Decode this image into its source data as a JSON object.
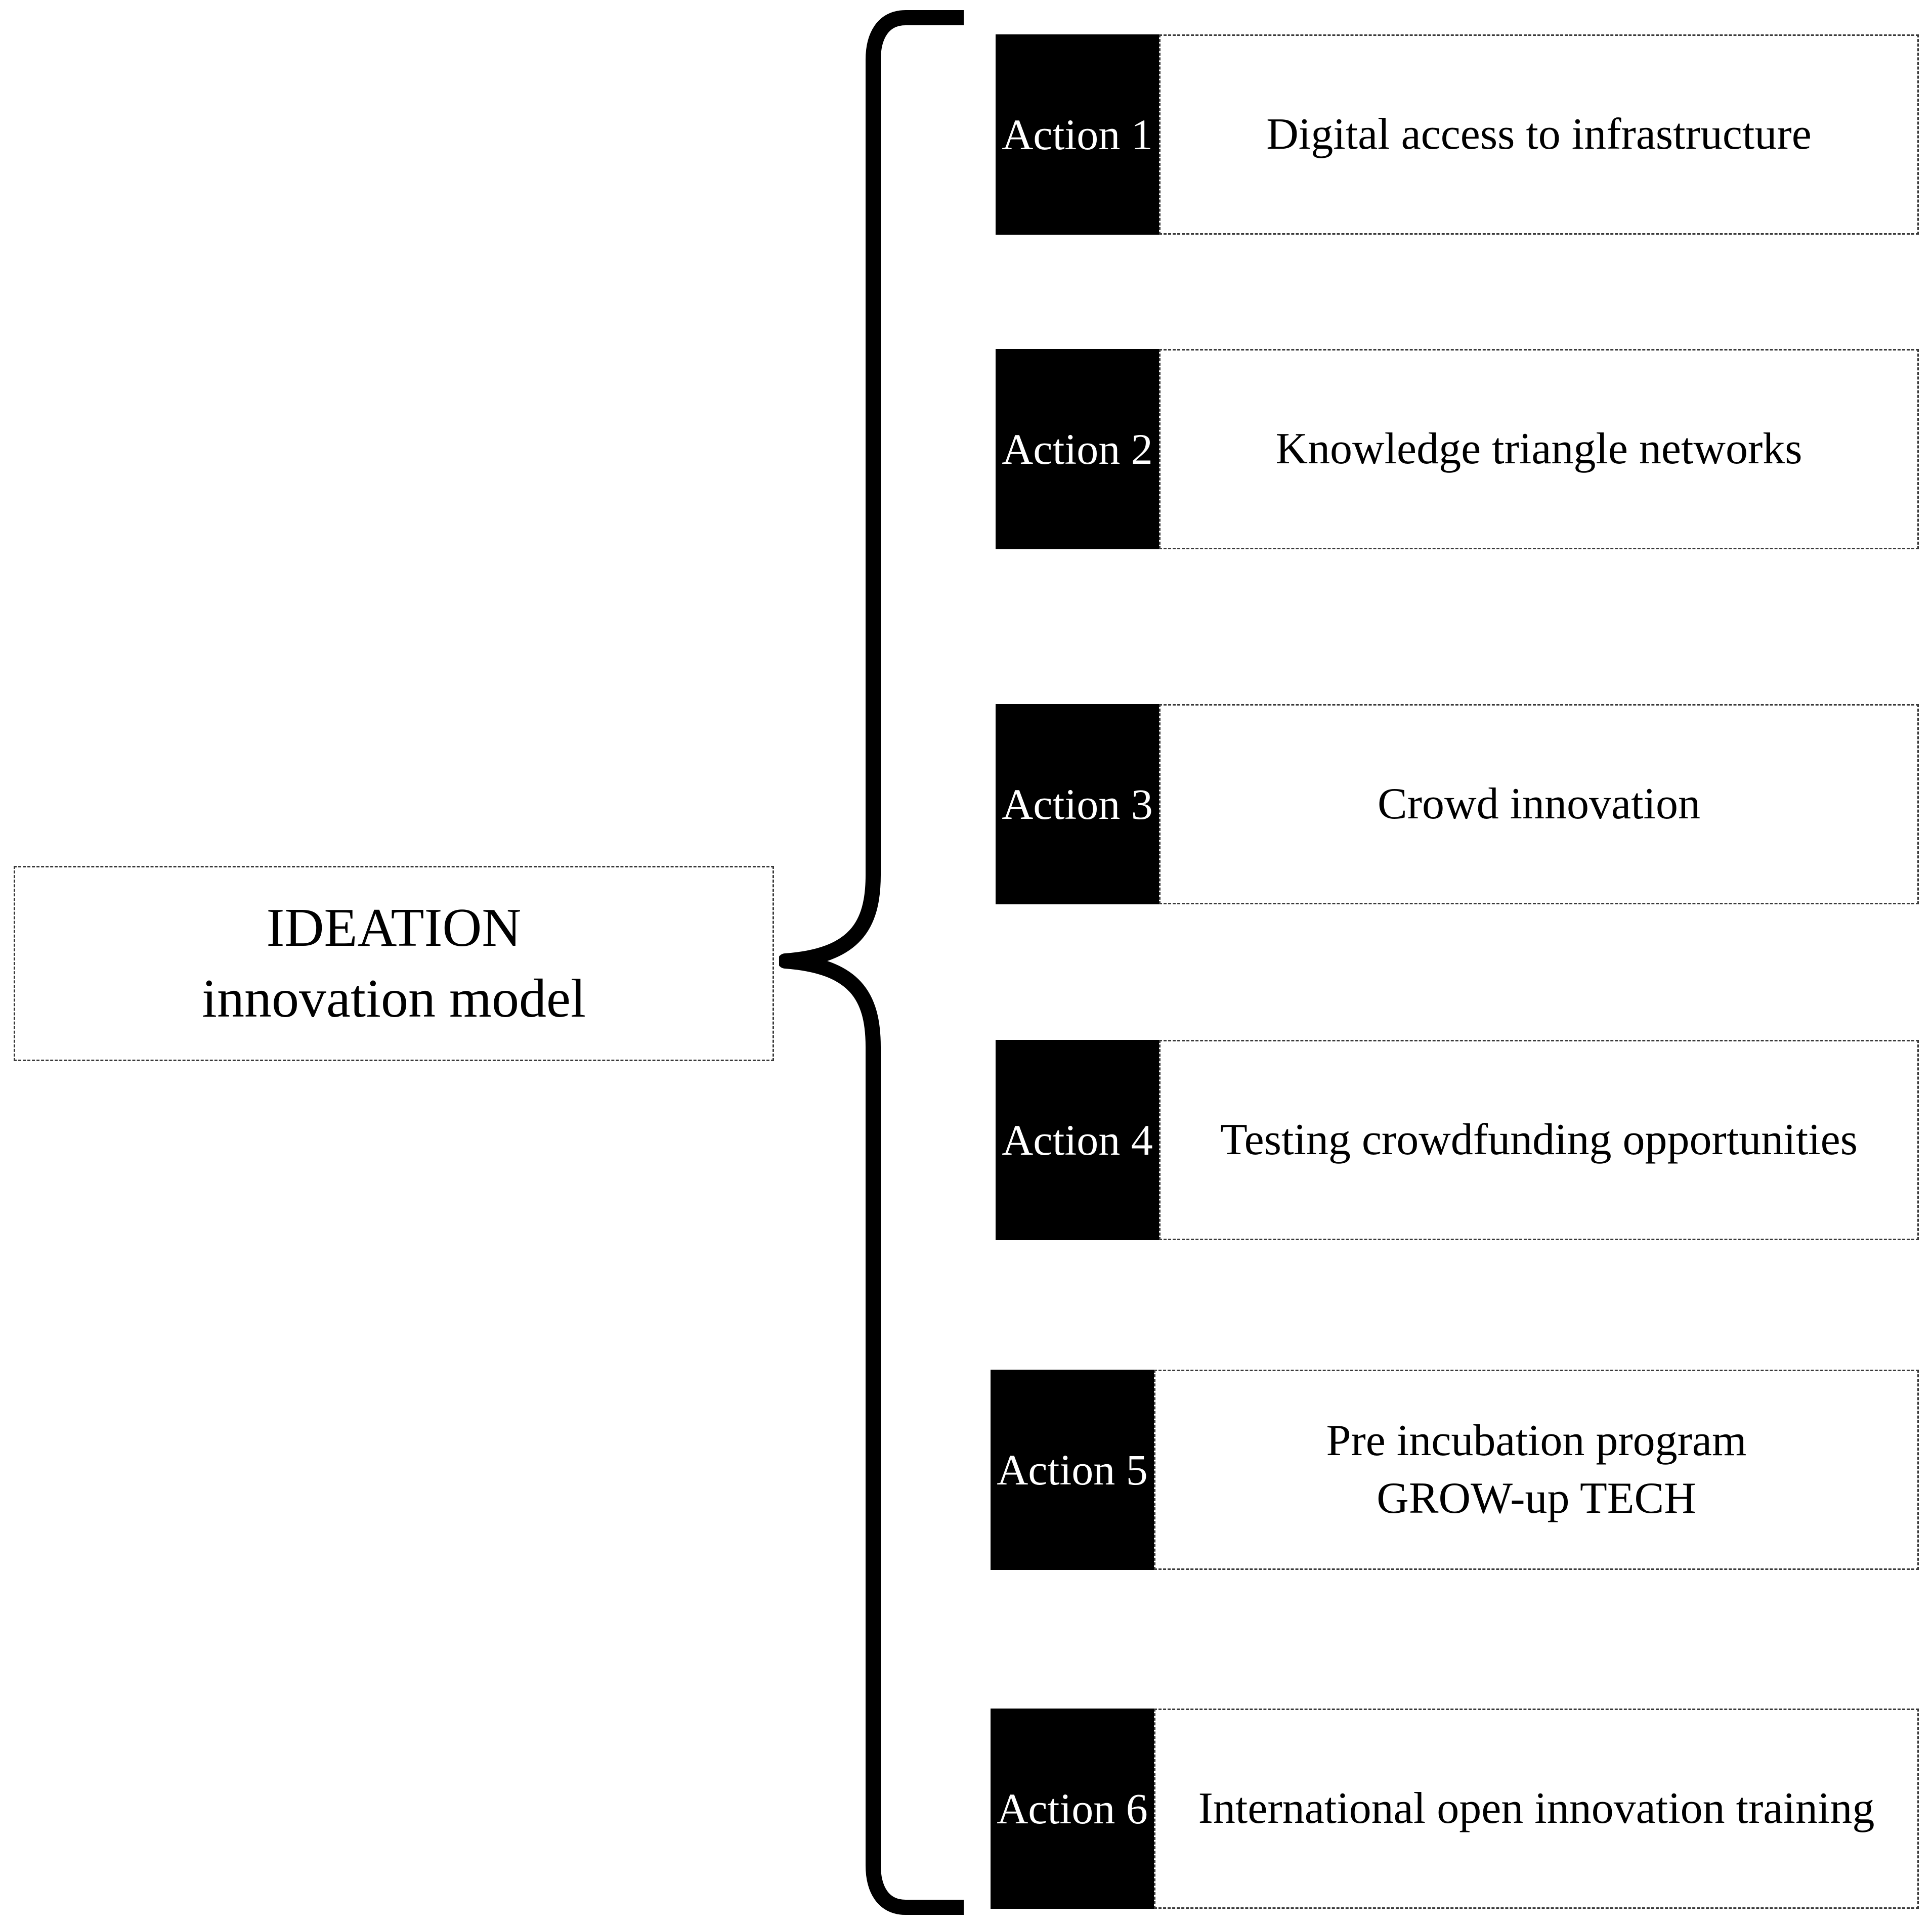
{
  "diagram": {
    "type": "brace-list",
    "root": {
      "line1": "IDEATION",
      "line2": "innovation model"
    },
    "connector": {
      "icon": "curly-brace-left",
      "color": "#000000"
    },
    "colors": {
      "tag_background": "#000000",
      "tag_text": "#ffffff",
      "body_text": "#000000",
      "border": "#3a3a3a",
      "page_background": "#ffffff"
    },
    "actions": [
      {
        "tag": "Action 1",
        "description": "Digital access to infrastructure"
      },
      {
        "tag": "Action 2",
        "description": "Knowledge triangle networks"
      },
      {
        "tag": "Action 3",
        "description": "Crowd innovation"
      },
      {
        "tag": "Action 4",
        "description": "Testing crowdfunding opportunities"
      },
      {
        "tag": "Action 5",
        "description": "Pre incubation program\nGROW-up TECH"
      },
      {
        "tag": "Action 6",
        "description": "International open innovation training"
      }
    ]
  }
}
